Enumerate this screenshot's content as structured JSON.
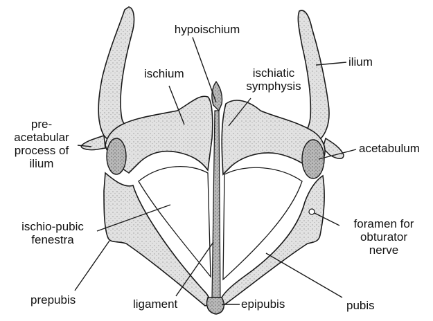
{
  "colors": {
    "bone_fill": "#d6d6d6",
    "bone_dark": "#8c8c8c",
    "outline": "#1a1a1a",
    "background": "#ffffff",
    "text": "#111111"
  },
  "labels": {
    "hypoischium": "hypoischium",
    "ischium": "ischium",
    "ischiatic_symphysis": [
      "ischiatic",
      "symphysis"
    ],
    "ilium": "ilium",
    "preacetabular_process": [
      "pre-",
      "acetabular",
      "process of",
      "ilium"
    ],
    "acetabulum": "acetabulum",
    "ischio_pubic_fenestra": [
      "ischio-pubic",
      "fenestra"
    ],
    "foramen_obturator": [
      "foramen for",
      "obturator",
      "nerve"
    ],
    "prepubis": "prepubis",
    "ligament": "ligament",
    "epipubis": "epipubis",
    "pubis": "pubis"
  }
}
